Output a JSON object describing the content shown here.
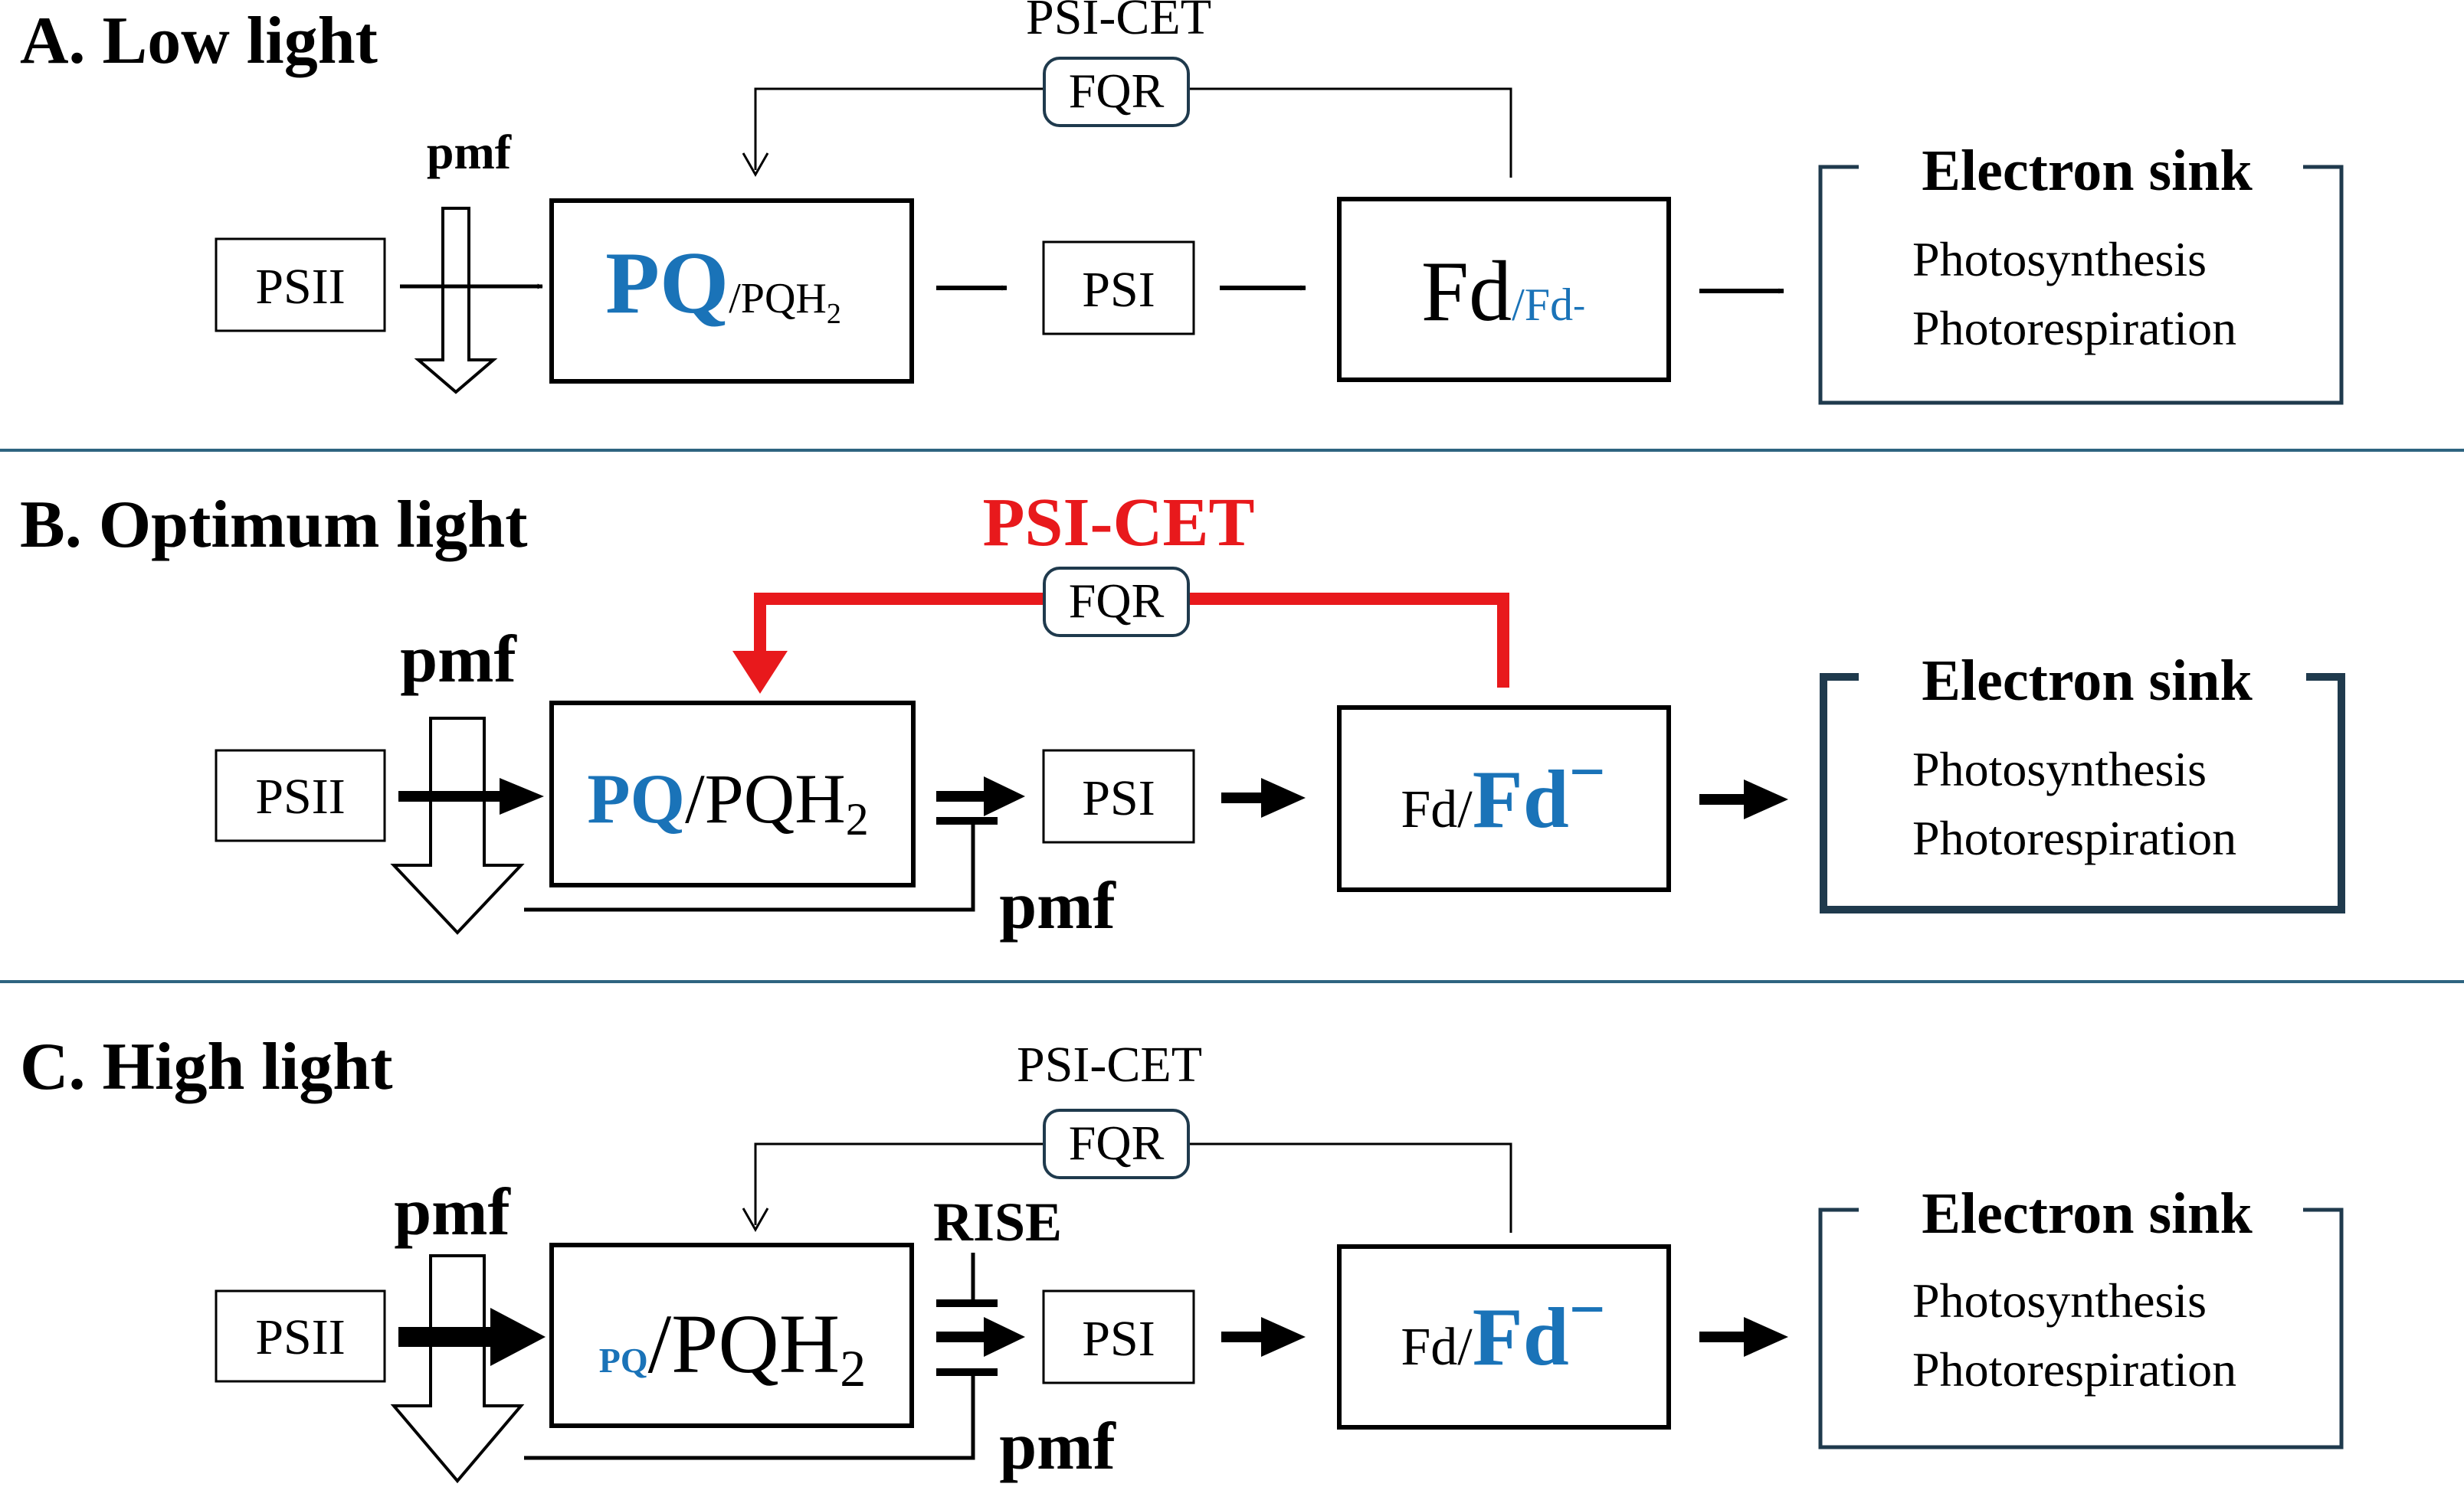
{
  "panels": [
    {
      "title": "A. Low light",
      "cet_label": "PSI-CET",
      "fqr": "FQR",
      "pmf_label": "pmf",
      "psii": "PSII",
      "pq": "PQ",
      "pqh2_main": "/PQH",
      "pqh2_sub": "2",
      "psi": "PSI",
      "fd_main": "Fd",
      "fd_minus_main": "/Fd",
      "fd_minus_sign": "-",
      "sink_title": "Electron sink",
      "sink_items": [
        "Photosynthesis",
        "Photorespiration"
      ]
    },
    {
      "title": "B. Optimum light",
      "cet_label": "PSI-CET",
      "fqr": "FQR",
      "pmf_label": "pmf",
      "pmf_label_2": "pmf",
      "psii": "PSII",
      "pq": "PQ",
      "pqh2_main": "/PQH",
      "pqh2_sub": "2",
      "psi": "PSI",
      "fd_main": "Fd/",
      "fd_minus_main": "Fd",
      "fd_minus_sign": "−",
      "sink_title": "Electron sink",
      "sink_items": [
        "Photosynthesis",
        "Photorespiration"
      ]
    },
    {
      "title": "C. High light",
      "cet_label": "PSI-CET",
      "fqr": "FQR",
      "pmf_label": "pmf",
      "pmf_label_2": "pmf",
      "rise_label": "RISE",
      "psii": "PSII",
      "pq": "PQ",
      "pqh2_main": "/PQH",
      "pqh2_sub": "2",
      "psi": "PSI",
      "fd_main": "Fd/",
      "fd_minus_main": "Fd",
      "fd_minus_sign": "−",
      "sink_title": "Electron sink",
      "sink_items": [
        "Photosynthesis",
        "Photorespiration"
      ]
    }
  ],
  "colors": {
    "blue": "#1a73b8",
    "red": "#e8191c",
    "divider": "#2e6480",
    "sink_border": "#1f3a4d"
  }
}
